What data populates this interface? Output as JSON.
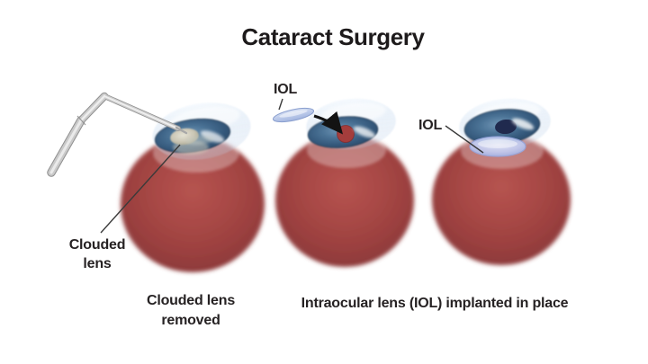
{
  "title": "Cataract Surgery",
  "labels": {
    "clouded_lens": "Clouded lens",
    "iol_inserting": "IOL",
    "iol_implanted": "IOL"
  },
  "captions": {
    "lens_removed": "Clouded lens removed",
    "iol_implanted": "Intraocular lens (IOL) implanted in place"
  },
  "colors": {
    "background": "#ffffff",
    "text": "#231f20",
    "sclera_red": "#a84744",
    "sclera_dark_edge": "#8b3839",
    "iris_blue": "#3a6286",
    "iris_rim": "#274b6b",
    "pupil_navy": "#202a4e",
    "open_pupil_red": "#a43d3c",
    "cornea_blue": "#dce8f5",
    "iol_lens_blue": "#b9c8ea",
    "iol_implant_lavender": "#c3cdf2",
    "clouded_lens_gray": "#d8d2c2",
    "instrument_gray": "#c9c9c9",
    "arrow_black": "#131313",
    "pointer_line": "#3a3a3a"
  }
}
